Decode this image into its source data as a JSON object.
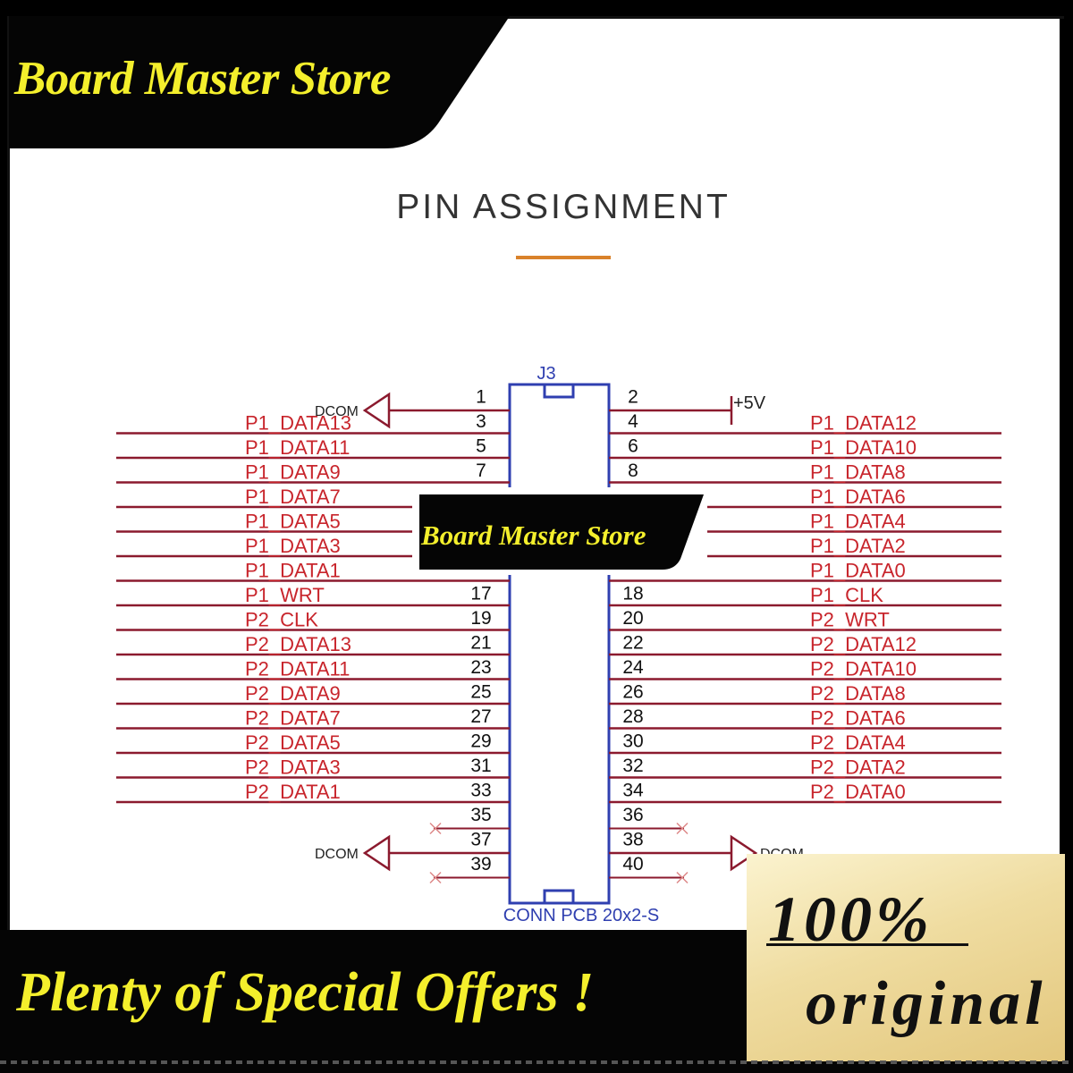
{
  "store": {
    "name_top": "Board Master Store",
    "name_center": "Board Master Store"
  },
  "heading": {
    "title": "PIN ASSIGNMENT",
    "rule_color": "#d9822b"
  },
  "diagram": {
    "designator": "J3",
    "part": "CONN PCB 20x2-S",
    "wire_color": "#8b1a2e",
    "label_color": "#c8252c",
    "body_color": "#2f3fb0",
    "pins": [
      {
        "num": "1",
        "side": "left",
        "net": "DCOM",
        "kind": "ground"
      },
      {
        "num": "2",
        "side": "right",
        "net": "+5V",
        "kind": "power"
      },
      {
        "num": "3",
        "side": "left",
        "net": "P1_DATA13",
        "kind": "bus"
      },
      {
        "num": "4",
        "side": "right",
        "net": "P1_DATA12",
        "kind": "bus"
      },
      {
        "num": "5",
        "side": "left",
        "net": "P1_DATA11",
        "kind": "bus"
      },
      {
        "num": "6",
        "side": "right",
        "net": "P1_DATA10",
        "kind": "bus"
      },
      {
        "num": "7",
        "side": "left",
        "net": "P1_DATA9",
        "kind": "bus"
      },
      {
        "num": "8",
        "side": "right",
        "net": "P1_DATA8",
        "kind": "bus"
      },
      {
        "num": "",
        "side": "left",
        "net": "P1_DATA7",
        "kind": "bus"
      },
      {
        "num": "",
        "side": "right",
        "net": "P1_DATA6",
        "kind": "bus"
      },
      {
        "num": "",
        "side": "left",
        "net": "P1_DATA5",
        "kind": "bus"
      },
      {
        "num": "",
        "side": "right",
        "net": "P1_DATA4",
        "kind": "bus"
      },
      {
        "num": "",
        "side": "left",
        "net": "P1_DATA3",
        "kind": "bus"
      },
      {
        "num": "",
        "side": "right",
        "net": "P1_DATA2",
        "kind": "bus"
      },
      {
        "num": "",
        "side": "left",
        "net": "P1_DATA1",
        "kind": "bus"
      },
      {
        "num": "",
        "side": "right",
        "net": "P1_DATA0",
        "kind": "bus"
      },
      {
        "num": "17",
        "side": "left",
        "net": "P1_WRT",
        "kind": "bus"
      },
      {
        "num": "18",
        "side": "right",
        "net": "P1_CLK",
        "kind": "bus"
      },
      {
        "num": "19",
        "side": "left",
        "net": "P2_CLK",
        "kind": "bus"
      },
      {
        "num": "20",
        "side": "right",
        "net": "P2_WRT",
        "kind": "bus"
      },
      {
        "num": "21",
        "side": "left",
        "net": "P2_DATA13",
        "kind": "bus"
      },
      {
        "num": "22",
        "side": "right",
        "net": "P2_DATA12",
        "kind": "bus"
      },
      {
        "num": "23",
        "side": "left",
        "net": "P2_DATA11",
        "kind": "bus"
      },
      {
        "num": "24",
        "side": "right",
        "net": "P2_DATA10",
        "kind": "bus"
      },
      {
        "num": "25",
        "side": "left",
        "net": "P2_DATA9",
        "kind": "bus"
      },
      {
        "num": "26",
        "side": "right",
        "net": "P2_DATA8",
        "kind": "bus"
      },
      {
        "num": "27",
        "side": "left",
        "net": "P2_DATA7",
        "kind": "bus"
      },
      {
        "num": "28",
        "side": "right",
        "net": "P2_DATA6",
        "kind": "bus"
      },
      {
        "num": "29",
        "side": "left",
        "net": "P2_DATA5",
        "kind": "bus"
      },
      {
        "num": "30",
        "side": "right",
        "net": "P2_DATA4",
        "kind": "bus"
      },
      {
        "num": "31",
        "side": "left",
        "net": "P2_DATA3",
        "kind": "bus"
      },
      {
        "num": "32",
        "side": "right",
        "net": "P2_DATA2",
        "kind": "bus"
      },
      {
        "num": "33",
        "side": "left",
        "net": "P2_DATA1",
        "kind": "bus"
      },
      {
        "num": "34",
        "side": "right",
        "net": "P2_DATA0",
        "kind": "bus"
      },
      {
        "num": "35",
        "side": "left",
        "net": "",
        "kind": "nc"
      },
      {
        "num": "36",
        "side": "right",
        "net": "",
        "kind": "nc"
      },
      {
        "num": "37",
        "side": "left",
        "net": "DCOM",
        "kind": "ground"
      },
      {
        "num": "38",
        "side": "right",
        "net": "DCOM",
        "kind": "ground"
      },
      {
        "num": "39",
        "side": "left",
        "net": "",
        "kind": "nc"
      },
      {
        "num": "40",
        "side": "right",
        "net": "",
        "kind": "nc"
      }
    ]
  },
  "promo": {
    "offers": "Plenty of Special  Offers !",
    "percent": "100%",
    "original": "original"
  }
}
